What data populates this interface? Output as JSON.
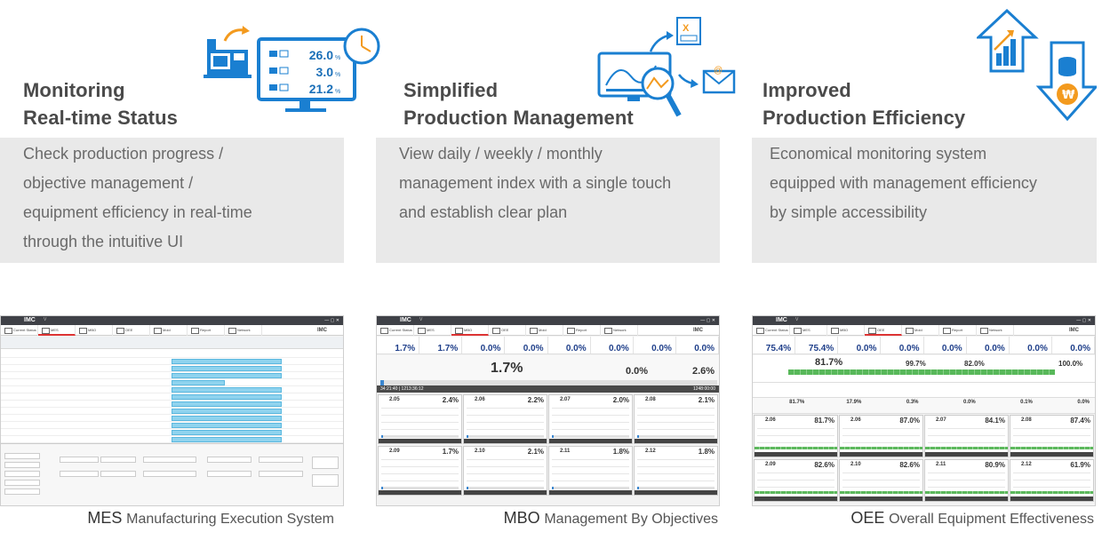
{
  "features": [
    {
      "title_line1": "Monitoring",
      "title_line2": "Real-time Status",
      "desc_lines": [
        "Check production progress /",
        "objective management /",
        "equipment efficiency in real-time",
        "through the intuitive UI"
      ],
      "monitor_values": [
        "26.0",
        "3.0",
        "21.2"
      ],
      "monitor_unit": "%",
      "icon_names": [
        "machine-icon",
        "monitor-icon",
        "clock-icon",
        "arrow-icon"
      ]
    },
    {
      "title_line1": "Simplified",
      "title_line2": "Production Management",
      "desc_lines": [
        "View daily / weekly / monthly",
        "management index with a single touch",
        "and establish clear plan"
      ],
      "icon_names": [
        "chart-screen-icon",
        "magnifier-icon",
        "excel-file-icon",
        "email-icon"
      ],
      "excel_letter": "X",
      "email_symbol": "@"
    },
    {
      "title_line1": "Improved",
      "title_line2": "Production Efficiency",
      "desc_lines": [
        "Economical monitoring system",
        "equipped with management efficiency",
        "by simple accessibility"
      ],
      "icon_names": [
        "up-arrow-chart-icon",
        "down-arrow-coins-icon"
      ],
      "currency_symbol": "₩"
    }
  ],
  "screens": {
    "common": {
      "brand": "IMC",
      "ver": "V",
      "menu": [
        "Current Status",
        "MES",
        "MBO",
        "OEE",
        "Mold",
        "Report",
        "Network"
      ],
      "logo": "IMC"
    },
    "mbo": {
      "kpis": [
        "1.7%",
        "1.7%",
        "0.0%",
        "0.0%",
        "0.0%",
        "0.0%",
        "0.0%",
        "0.0%"
      ],
      "big_value": "1.7%",
      "mid1": "0.0%",
      "mid2": "2.6%",
      "timebar_left": "34:21:40 | 1213:36:12",
      "timebar_right": "1248:00:00",
      "cards_row1": [
        {
          "name": "2.05",
          "pct": "2.4%"
        },
        {
          "name": "2.06",
          "pct": "2.2%"
        },
        {
          "name": "2.07",
          "pct": "2.0%"
        },
        {
          "name": "2.08",
          "pct": "2.1%"
        }
      ],
      "cards_row2": [
        {
          "name": "2.09",
          "pct": "1.7%"
        },
        {
          "name": "2.10",
          "pct": "2.1%"
        },
        {
          "name": "2.11",
          "pct": "1.8%"
        },
        {
          "name": "2.12",
          "pct": "1.8%"
        }
      ]
    },
    "oee": {
      "kpis": [
        "75.4%",
        "75.4%",
        "0.0%",
        "0.0%",
        "0.0%",
        "0.0%",
        "0.0%",
        "0.0%"
      ],
      "summary_values": [
        "81.7%",
        "99.7%",
        "82.0%",
        "100.0%"
      ],
      "stats": [
        "81.7%",
        "17.9%",
        "0.3%",
        "0.0%",
        "0.1%",
        "0.0%"
      ],
      "cards_row1": [
        {
          "name": "2.06",
          "pct": "81.7%"
        },
        {
          "name": "2.06",
          "pct": "87.0%"
        },
        {
          "name": "2.07",
          "pct": "84.1%"
        },
        {
          "name": "2.08",
          "pct": "87.4%"
        }
      ],
      "cards_row2": [
        {
          "name": "2.09",
          "pct": "82.6%"
        },
        {
          "name": "2.10",
          "pct": "82.6%"
        },
        {
          "name": "2.11",
          "pct": "80.9%"
        },
        {
          "name": "2.12",
          "pct": "61.9%"
        }
      ]
    }
  },
  "captions": [
    {
      "abbr": "MES",
      "full": "Manufacturing Execution System"
    },
    {
      "abbr": "MBO",
      "full": "Management By Objectives"
    },
    {
      "abbr": "OEE",
      "full": "Overall Equipment Effectiveness"
    }
  ],
  "colors": {
    "accent_blue": "#1a7fd1",
    "orange": "#f39a1e",
    "desc_bg": "#e9e9e9"
  }
}
